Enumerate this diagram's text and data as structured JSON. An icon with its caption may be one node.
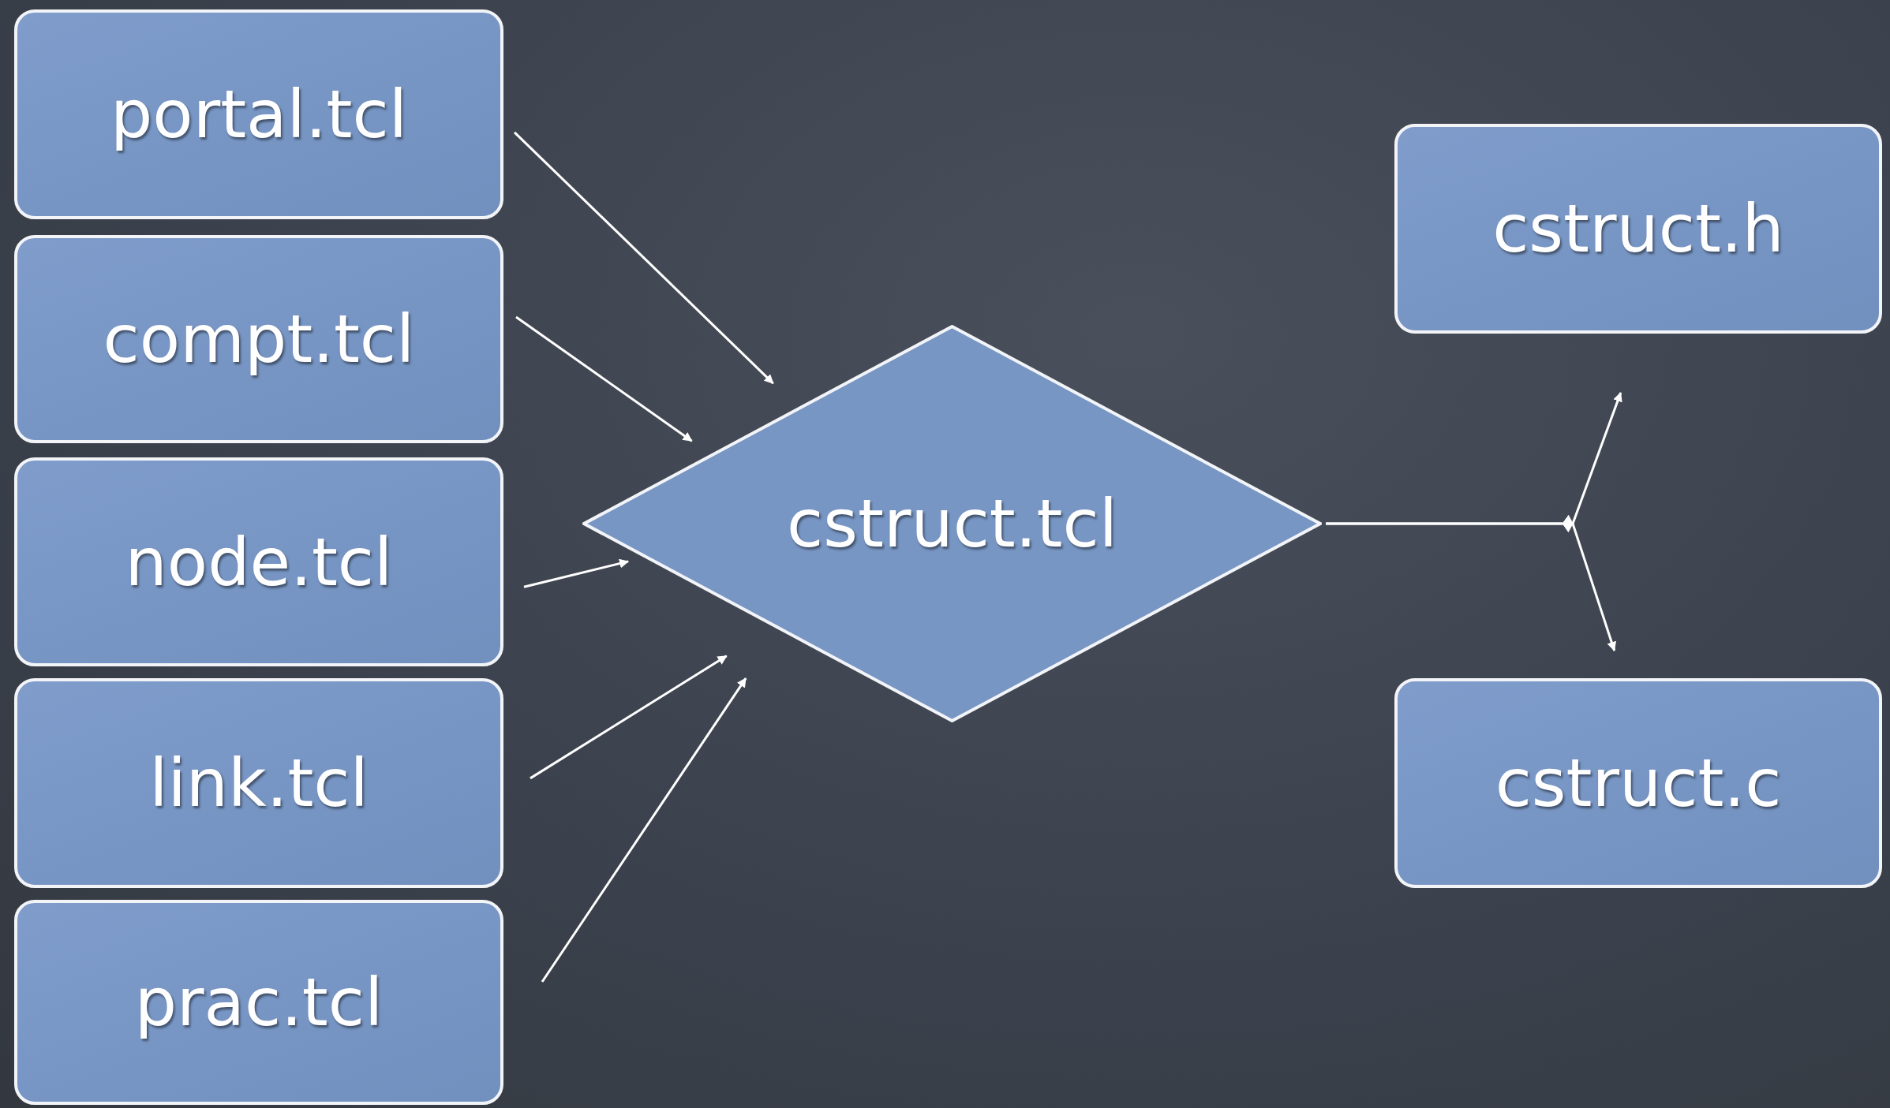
{
  "diagram": {
    "nodes": [
      {
        "text": [
          "portal.tcl"
        ]
      },
      {
        "text": [
          "compt.tcl"
        ]
      },
      {
        "text": [
          "node.tcl"
        ]
      },
      {
        "text": [
          "link.tcl"
        ]
      },
      {
        "text": [
          "prac.tcl"
        ]
      },
      {
        "text": [
          "cstruct.tcl"
        ]
      },
      {
        "text": [
          "cstruct.h"
        ]
      },
      {
        "text": [
          "cstruct.c"
        ]
      }
    ],
    "edges": [
      {
        "from": 0,
        "to": 5,
        "arrow": "to"
      },
      {
        "from": 1,
        "to": 5,
        "arrow": "to"
      },
      {
        "from": 2,
        "to": 5,
        "arrow": "to"
      },
      {
        "from": 3,
        "to": 5,
        "arrow": "to"
      },
      {
        "from": 4,
        "to": 5,
        "arrow": "to"
      },
      {
        "from": 5,
        "to": 6,
        "arrow": "to"
      },
      {
        "from": 5,
        "to": 7,
        "arrow": "to"
      }
    ]
  }
}
